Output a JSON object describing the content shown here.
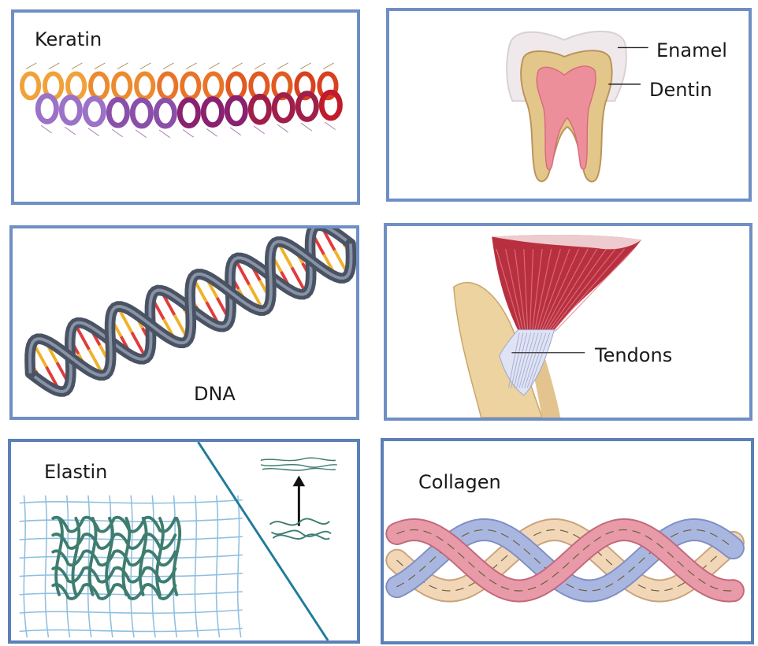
{
  "panels": {
    "keratin": {
      "title": "Keratin"
    },
    "tooth": {
      "labels": {
        "enamel": "Enamel",
        "dentin": "Dentin"
      }
    },
    "dna": {
      "title": "DNA"
    },
    "tendon": {
      "labels": {
        "tendons": "Tendons"
      }
    },
    "elastin": {
      "title": "Elastin"
    },
    "collagen": {
      "title": "Collagen"
    }
  },
  "colors": {
    "panel_border": "#6f8fc4",
    "keratin_helix_a": "#e8742a",
    "keratin_helix_b": "#8a2070",
    "dna_backbone": "#5b6678",
    "tooth_dentin": "#e3c78a",
    "tooth_pulp": "#ec8f9b",
    "muscle": "#b8303f",
    "elastin_fiber": "#3e7d70",
    "collagen_pink": "#e89aa8",
    "collagen_blue": "#a9b7e0",
    "collagen_beige": "#f2d6b8"
  }
}
